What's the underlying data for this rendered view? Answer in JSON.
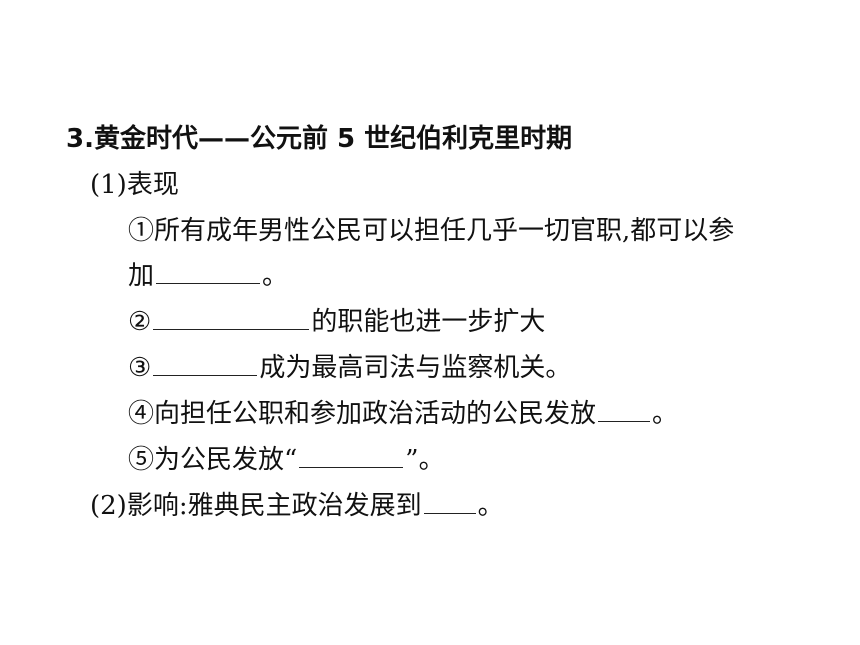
{
  "heading": {
    "text": "3.黄金时代——公元前 5 世纪伯利克里时期"
  },
  "section1": {
    "label": "(1)表现"
  },
  "items": {
    "item1_line1": "①所有成年男性公民可以担任几乎一切官职,都可以参",
    "item1_line2_prefix": "加",
    "item1_line2_suffix": "。",
    "item2_prefix": "②",
    "item2_suffix": "的职能也进一步扩大",
    "item3_prefix": "③",
    "item3_suffix": "成为最高司法与监察机关。",
    "item4_prefix": "④向担任公职和参加政治活动的公民发放",
    "item4_suffix": "。",
    "item5_prefix": "⑤为公民发放“",
    "item5_suffix": "”。"
  },
  "section2": {
    "prefix": "(2)影响:雅典民主政治发展到",
    "suffix": "。"
  }
}
